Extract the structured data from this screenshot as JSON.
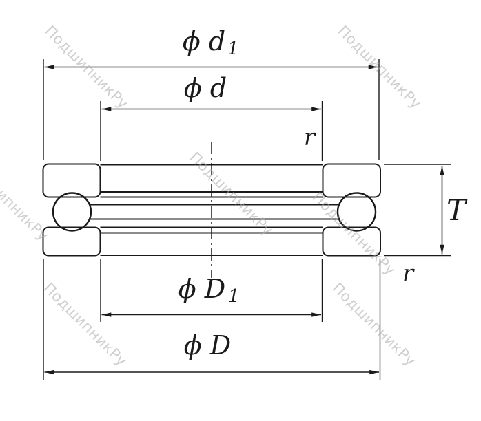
{
  "watermark": {
    "text": "ПодшипникРу"
  },
  "dims": {
    "d1": {
      "main": "ϕ d",
      "sub": "1"
    },
    "d": {
      "main": "ϕ d"
    },
    "D1": {
      "main": "ϕ D",
      "sub": "1"
    },
    "D": {
      "main": "ϕ D"
    },
    "r_top": "r",
    "r_bottom": "r",
    "T": "T"
  },
  "colors": {
    "line": "#1a1a1a",
    "washer_fill": "#c9e6f4",
    "watermark": "#a8a8a8"
  }
}
